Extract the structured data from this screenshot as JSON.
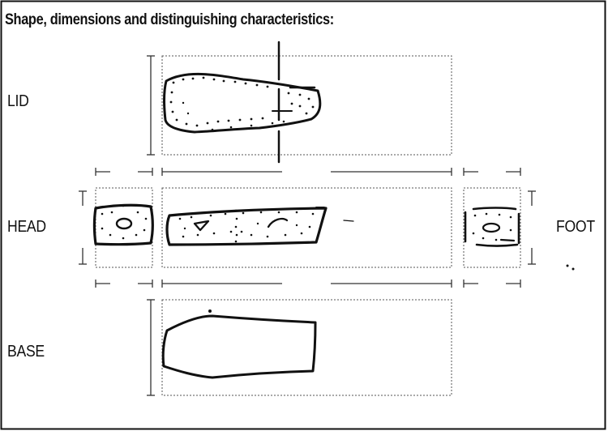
{
  "form": {
    "title": "Shape, dimensions and distinguishing characteristics:"
  },
  "views": {
    "lid": {
      "label": "LID"
    },
    "head": {
      "label": "HEAD"
    },
    "foot": {
      "label": "FOOT"
    },
    "base": {
      "label": "BASE"
    }
  },
  "colors": {
    "ink": "#111111",
    "box_border": "#444444",
    "paper": "#ffffff"
  }
}
